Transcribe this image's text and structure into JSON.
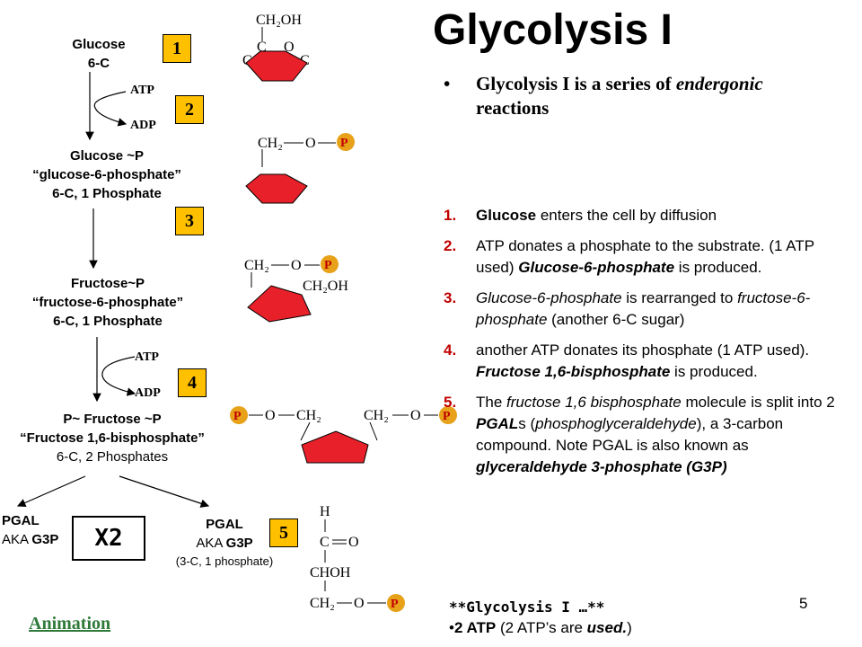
{
  "slide": {
    "title": "Glycolysis I",
    "intro": {
      "prefix": "Glycolysis I is a series of ",
      "emph": "endergonic",
      "suffix": " reactions"
    },
    "page_number": "5",
    "animation_link": "Animation"
  },
  "pathway": {
    "glucose": {
      "line1": "Glucose",
      "line2": "6-C"
    },
    "glucose_p": {
      "line1": "Glucose ~P",
      "line2": "“glucose-6-phosphate”",
      "line3": "6-C, 1 Phosphate"
    },
    "fructose_p": {
      "line1": "Fructose~P",
      "line2": "“fructose-6-phosphate”",
      "line3": "6-C, 1 Phosphate"
    },
    "fructose_bp": {
      "line1": "P~ Fructose ~P",
      "line2": "“Fructose 1,6-bisphosphate”",
      "line3": "6-C, 2 Phosphates"
    },
    "pgal_left": {
      "line1": "PGAL",
      "line2_prefix": "AKA ",
      "line2_bold": "G3P"
    },
    "pgal_right": {
      "line1": "PGAL",
      "line2_prefix": "AKA ",
      "line2_bold": "G3P",
      "line3": "(3-C, 1 phosphate)"
    },
    "multiplier": "X2",
    "atp1": "ATP",
    "adp1": "ADP",
    "atp2": "ATP",
    "adp2": "ADP",
    "steps": [
      "1",
      "2",
      "3",
      "4",
      "5"
    ]
  },
  "molecules": {
    "ch2oh": "CH₂OH",
    "ch2": "CH₂",
    "o": "O",
    "p": "P",
    "c": "C",
    "h": "H",
    "choh": "CHOH"
  },
  "list": [
    {
      "num": "1.",
      "html": "<b>Glucose</b> enters the cell by diffusion"
    },
    {
      "num": "2.",
      "html": "ATP donates a phosphate to the substrate. (1 ATP used) <b><i>Glucose-6-phosphate</i></b> is produced."
    },
    {
      "num": "3.",
      "html": "<i>Glucose-6-phosphate</i> is rearranged to <i>fructose-6-phosphate</i> (another 6-C sugar)"
    },
    {
      "num": "4.",
      "html": "another ATP donates its phosphate (1 ATP used). <b><i>Fructose 1,6-bisphosphate</i></b> is produced."
    },
    {
      "num": "5.",
      "html": "The <i>fructose 1,6 bisphosphate</i> molecule is split into 2 <b><i>PGAL</i></b>s (<i>phosphoglyceraldehyde</i>), a 3-carbon compound. Note PGAL is also known as <b><i>glyceraldehyde 3-phosphate (G3P)</i></b>"
    }
  ],
  "summary": {
    "heading": "**Glycolysis I …**",
    "line_html": "•<b>2 ATP</b> (2 ATP’s are <b><i>used.</i></b>)"
  }
}
